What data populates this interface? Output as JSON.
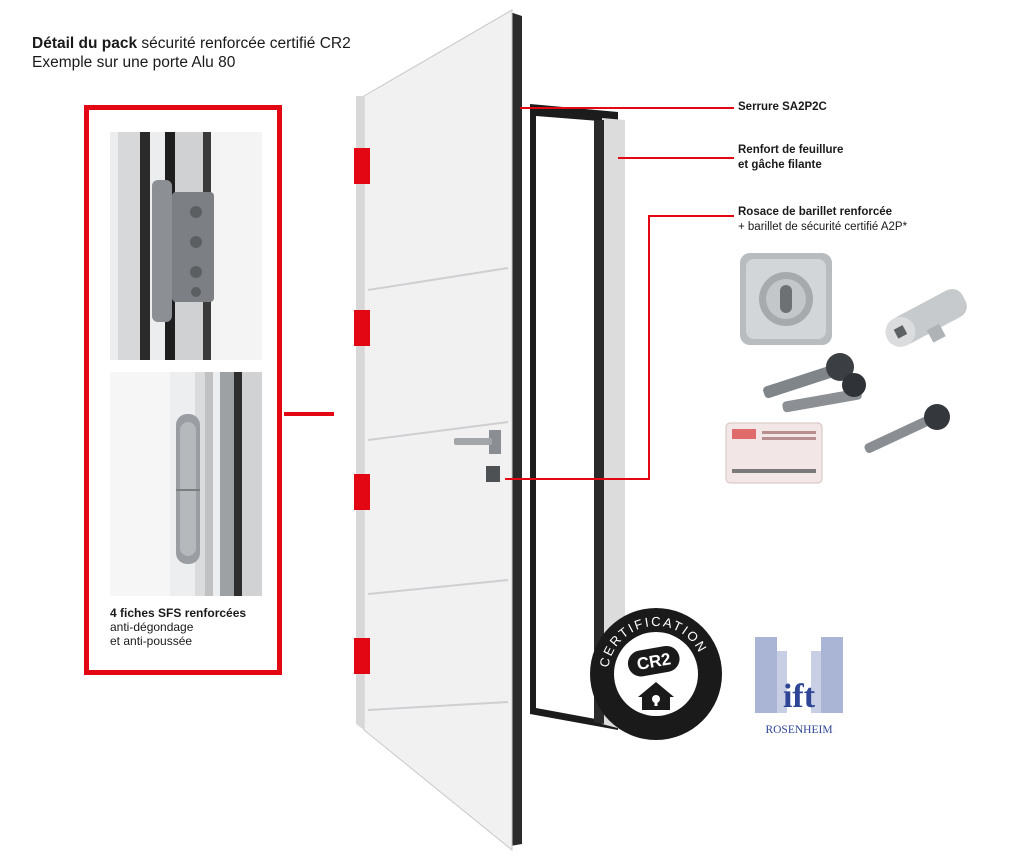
{
  "header": {
    "title_bold": "Détail du pack",
    "title_rest": "sécurité renforcée certifié CR2",
    "subtitle": "Exemple sur une porte Alu 80"
  },
  "hinges": {
    "caption_bold": "4 fiches SFS renforcées",
    "caption_line2": "anti-dégondage",
    "caption_line3": "et anti-poussée"
  },
  "callouts": {
    "lock": "Serrure SA2P2C",
    "rebate_line1": "Renfort de feuillure",
    "rebate_line2": "et gâche filante",
    "rosette_bold": "Rosace de barillet renforcée",
    "rosette_rest": "+ barillet de sécurité certifié A2P*"
  },
  "badges": {
    "cert_arc": "CERTIFICATION",
    "cert_label": "CR2",
    "ift_logo": "ift",
    "ift_city": "ROSENHEIM"
  },
  "colors": {
    "accent_red": "#e30613",
    "door_white": "#f2f2f2",
    "frame_dark": "#1c1c1c",
    "ift_blue": "#2f4696"
  }
}
